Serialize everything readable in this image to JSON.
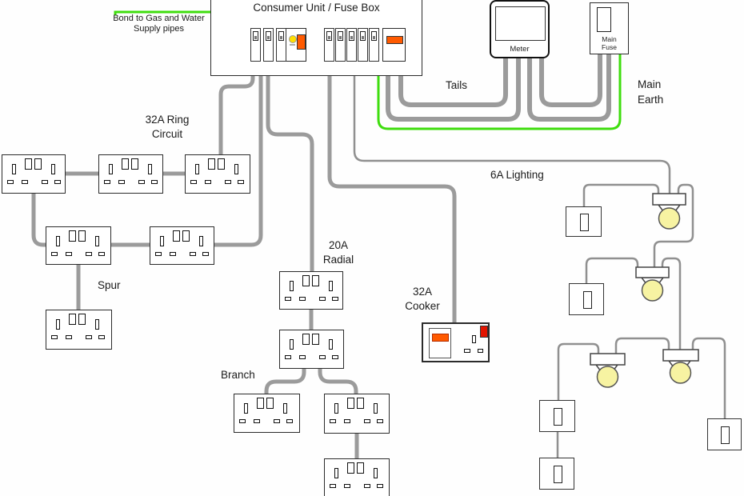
{
  "diagram": {
    "title": "Consumer Unit / Fuse Box",
    "labels": {
      "bond_line1": "Bond to Gas and Water",
      "bond_line2": "Supply pipes",
      "tails": "Tails",
      "main_earth_line1": "Main",
      "main_earth_line2": "Earth",
      "ring_line1": "32A Ring",
      "ring_line2": "Circuit",
      "spur": "Spur",
      "radial_line1": "20A",
      "radial_line2": "Radial",
      "branch": "Branch",
      "cooker_line1": "32A",
      "cooker_line2": "Cooker",
      "lighting": "6A Lighting",
      "meter": "Meter",
      "main_fuse_line1": "Main",
      "main_fuse_line2": "Fuse"
    },
    "colors": {
      "wire_grey": "#9b9b9b",
      "earth_green": "#3fdd0e",
      "bulb_yellow": "#f7f3a2",
      "switch_orange": "#ff5a00",
      "indicator_red": "#e21400",
      "rcd_yellow": "#ffdf00",
      "outline": "#2b2b2b"
    }
  }
}
